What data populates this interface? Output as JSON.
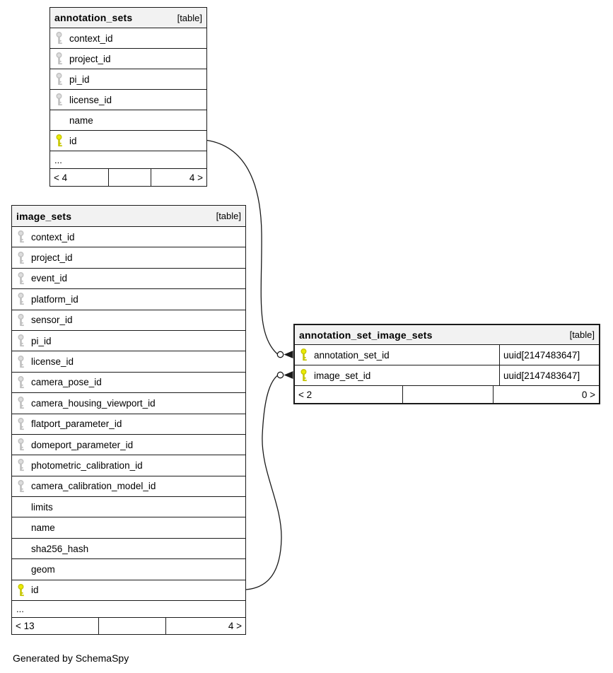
{
  "note": "Generated by SchemaSpy",
  "colors": {
    "pk_fill": "#ebeb00",
    "pk_stroke": "#c6c600",
    "fk_fill": "#dcdcdc",
    "fk_stroke": "#c0c0c0",
    "header_bg": "#f2f2f2",
    "border": "#1a1a1a"
  },
  "tables": [
    {
      "name": "annotation_sets",
      "badge": "[table]",
      "columns": [
        {
          "name": "context_id",
          "key": "fk"
        },
        {
          "name": "project_id",
          "key": "fk"
        },
        {
          "name": "pi_id",
          "key": "fk"
        },
        {
          "name": "license_id",
          "key": "fk"
        },
        {
          "name": "name",
          "key": ""
        },
        {
          "name": "id",
          "key": "pk"
        }
      ],
      "ellipsis": "...",
      "footer": {
        "left": "< 4",
        "center": "",
        "right": "4 >"
      }
    },
    {
      "name": "image_sets",
      "badge": "[table]",
      "columns": [
        {
          "name": "context_id",
          "key": "fk"
        },
        {
          "name": "project_id",
          "key": "fk"
        },
        {
          "name": "event_id",
          "key": "fk"
        },
        {
          "name": "platform_id",
          "key": "fk"
        },
        {
          "name": "sensor_id",
          "key": "fk"
        },
        {
          "name": "pi_id",
          "key": "fk"
        },
        {
          "name": "license_id",
          "key": "fk"
        },
        {
          "name": "camera_pose_id",
          "key": "fk"
        },
        {
          "name": "camera_housing_viewport_id",
          "key": "fk"
        },
        {
          "name": "flatport_parameter_id",
          "key": "fk"
        },
        {
          "name": "domeport_parameter_id",
          "key": "fk"
        },
        {
          "name": "photometric_calibration_id",
          "key": "fk"
        },
        {
          "name": "camera_calibration_model_id",
          "key": "fk"
        },
        {
          "name": "limits",
          "key": ""
        },
        {
          "name": "name",
          "key": ""
        },
        {
          "name": "sha256_hash",
          "key": ""
        },
        {
          "name": "geom",
          "key": ""
        },
        {
          "name": "id",
          "key": "pk"
        }
      ],
      "ellipsis": "...",
      "footer": {
        "left": "< 13",
        "center": "",
        "right": "4 >"
      }
    },
    {
      "name": "annotation_set_image_sets",
      "badge": "[table]",
      "columns": [
        {
          "name": "annotation_set_id",
          "key": "pk",
          "type": "uuid[2147483647]"
        },
        {
          "name": "image_set_id",
          "key": "pk",
          "type": "uuid[2147483647]"
        }
      ],
      "footer": {
        "left": "< 2",
        "center": "",
        "right": "0 >"
      }
    }
  ],
  "relationships": [
    {
      "from": "annotation_sets.id",
      "to": "annotation_set_image_sets.annotation_set_id"
    },
    {
      "from": "image_sets.id",
      "to": "annotation_set_image_sets.image_set_id"
    }
  ]
}
